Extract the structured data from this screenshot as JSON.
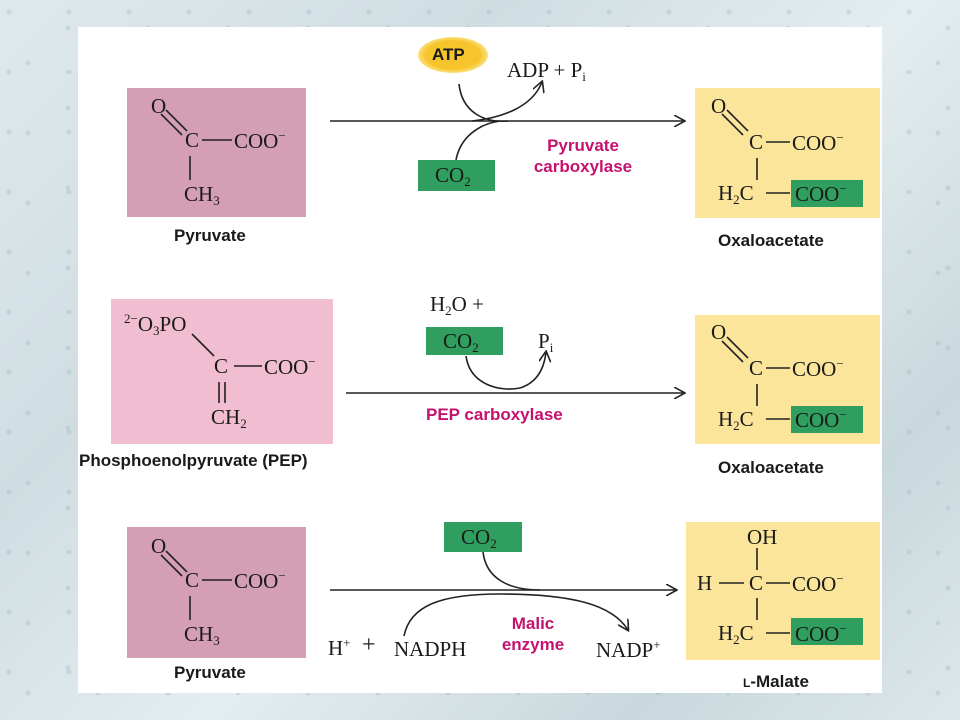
{
  "reaction1": {
    "substrate": {
      "o": "O",
      "c": "C",
      "coo": "COO",
      "ch3": "CH",
      "ch3_sub": "3",
      "charge": "−"
    },
    "substrate_label": "Pyruvate",
    "atp": "ATP",
    "adp": "ADP + P",
    "pi_sub": "i",
    "co2": "CO",
    "co2_sub": "2",
    "enzyme_line1": "Pyruvate",
    "enzyme_line2": "carboxylase",
    "product": {
      "o": "O",
      "c": "C",
      "coo": "COO",
      "h2c": "H",
      "h2c_sub": "2",
      "h2c_tail": "C",
      "coo2": "COO",
      "charge": "−"
    },
    "product_label": "Oxaloacetate"
  },
  "reaction2": {
    "substrate": {
      "phos_pre": "2−",
      "phos": "O",
      "phos_sub": "3",
      "phos_tail": "PO",
      "c": "C",
      "coo": "COO",
      "ch2": "CH",
      "ch2_sub": "2",
      "charge": "−"
    },
    "substrate_label": "Phosphoenolpyruvate (PEP)",
    "h2o": "H",
    "h2o_sub": "2",
    "h2o_tail": "O +",
    "co2": "CO",
    "co2_sub": "2",
    "pi": "P",
    "pi_sub": "i",
    "enzyme": "PEP carboxylase",
    "product": {
      "o": "O",
      "c": "C",
      "coo": "COO",
      "h2c": "H",
      "h2c_sub": "2",
      "h2c_tail": "C",
      "coo2": "COO",
      "charge": "−"
    },
    "product_label": "Oxaloacetate"
  },
  "reaction3": {
    "substrate": {
      "o": "O",
      "c": "C",
      "coo": "COO",
      "ch3": "CH",
      "ch3_sub": "3",
      "charge": "−"
    },
    "substrate_label": "Pyruvate",
    "co2": "CO",
    "co2_sub": "2",
    "h_plus": "H",
    "h_plus_sup": "+",
    "plus": "+",
    "nadph": "NADPH",
    "nadp": "NADP",
    "nadp_sup": "+",
    "enzyme_line1": "Malic",
    "enzyme_line2": "enzyme",
    "product": {
      "oh": "OH",
      "h": "H",
      "c": "C",
      "coo": "COO",
      "h2c": "H",
      "h2c_sub": "2",
      "h2c_tail": "C",
      "coo2": "COO",
      "charge": "−"
    },
    "product_label_prefix": "L",
    "product_label": "-Malate"
  },
  "colors": {
    "pyruvate_box": "#d49eb4",
    "pep_box": "#f1bdd0",
    "product_box": "#fbe59a",
    "green": "#2f9e5e",
    "enzyme": "#c4126e",
    "atp_glow": "#f6c42b"
  }
}
